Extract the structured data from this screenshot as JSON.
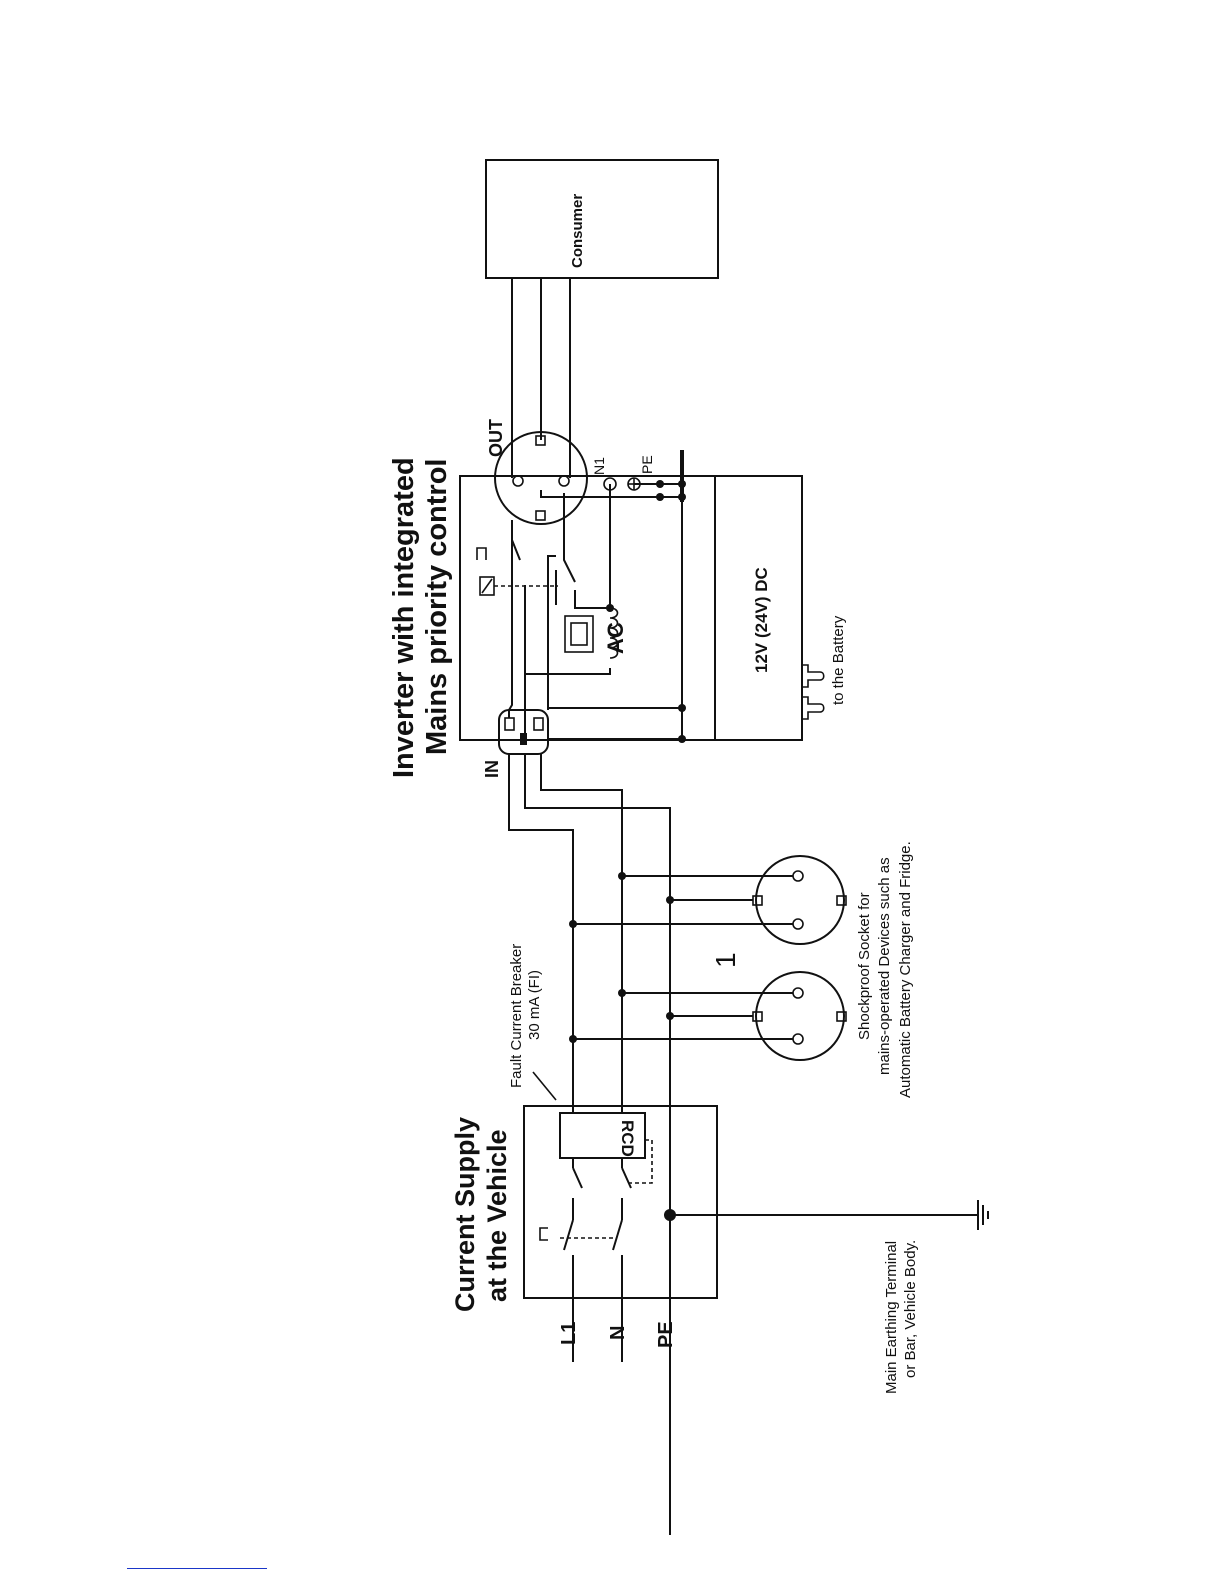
{
  "inverter": {
    "title_line1": "Inverter with integrated",
    "title_line2": "Mains priority control",
    "in_label": "IN",
    "out_label": "OUT",
    "n1_label": "N1",
    "pe_label": "PE",
    "ac_label": "AC",
    "dc_label": "12V (24V) DC",
    "battery_label": "to the Battery"
  },
  "consumer": {
    "label": "Consumer"
  },
  "supply": {
    "title_line1": "Current Supply",
    "title_line2": "at the Vehicle",
    "l1": "L1",
    "n": "N",
    "pe": "PE",
    "rcd_label": "RCD"
  },
  "breaker": {
    "line1": "Fault Current Breaker",
    "line2": "30 mA (FI)"
  },
  "earthing": {
    "line1": "Main Earthing Terminal",
    "line2": "or Bar, Vehicle Body."
  },
  "sockets": {
    "line1": "Shockproof Socket  for",
    "line2": "mains-operated Devices  such as",
    "line3": "Automatic Battery Charger and Fridge.",
    "marker": "1"
  }
}
